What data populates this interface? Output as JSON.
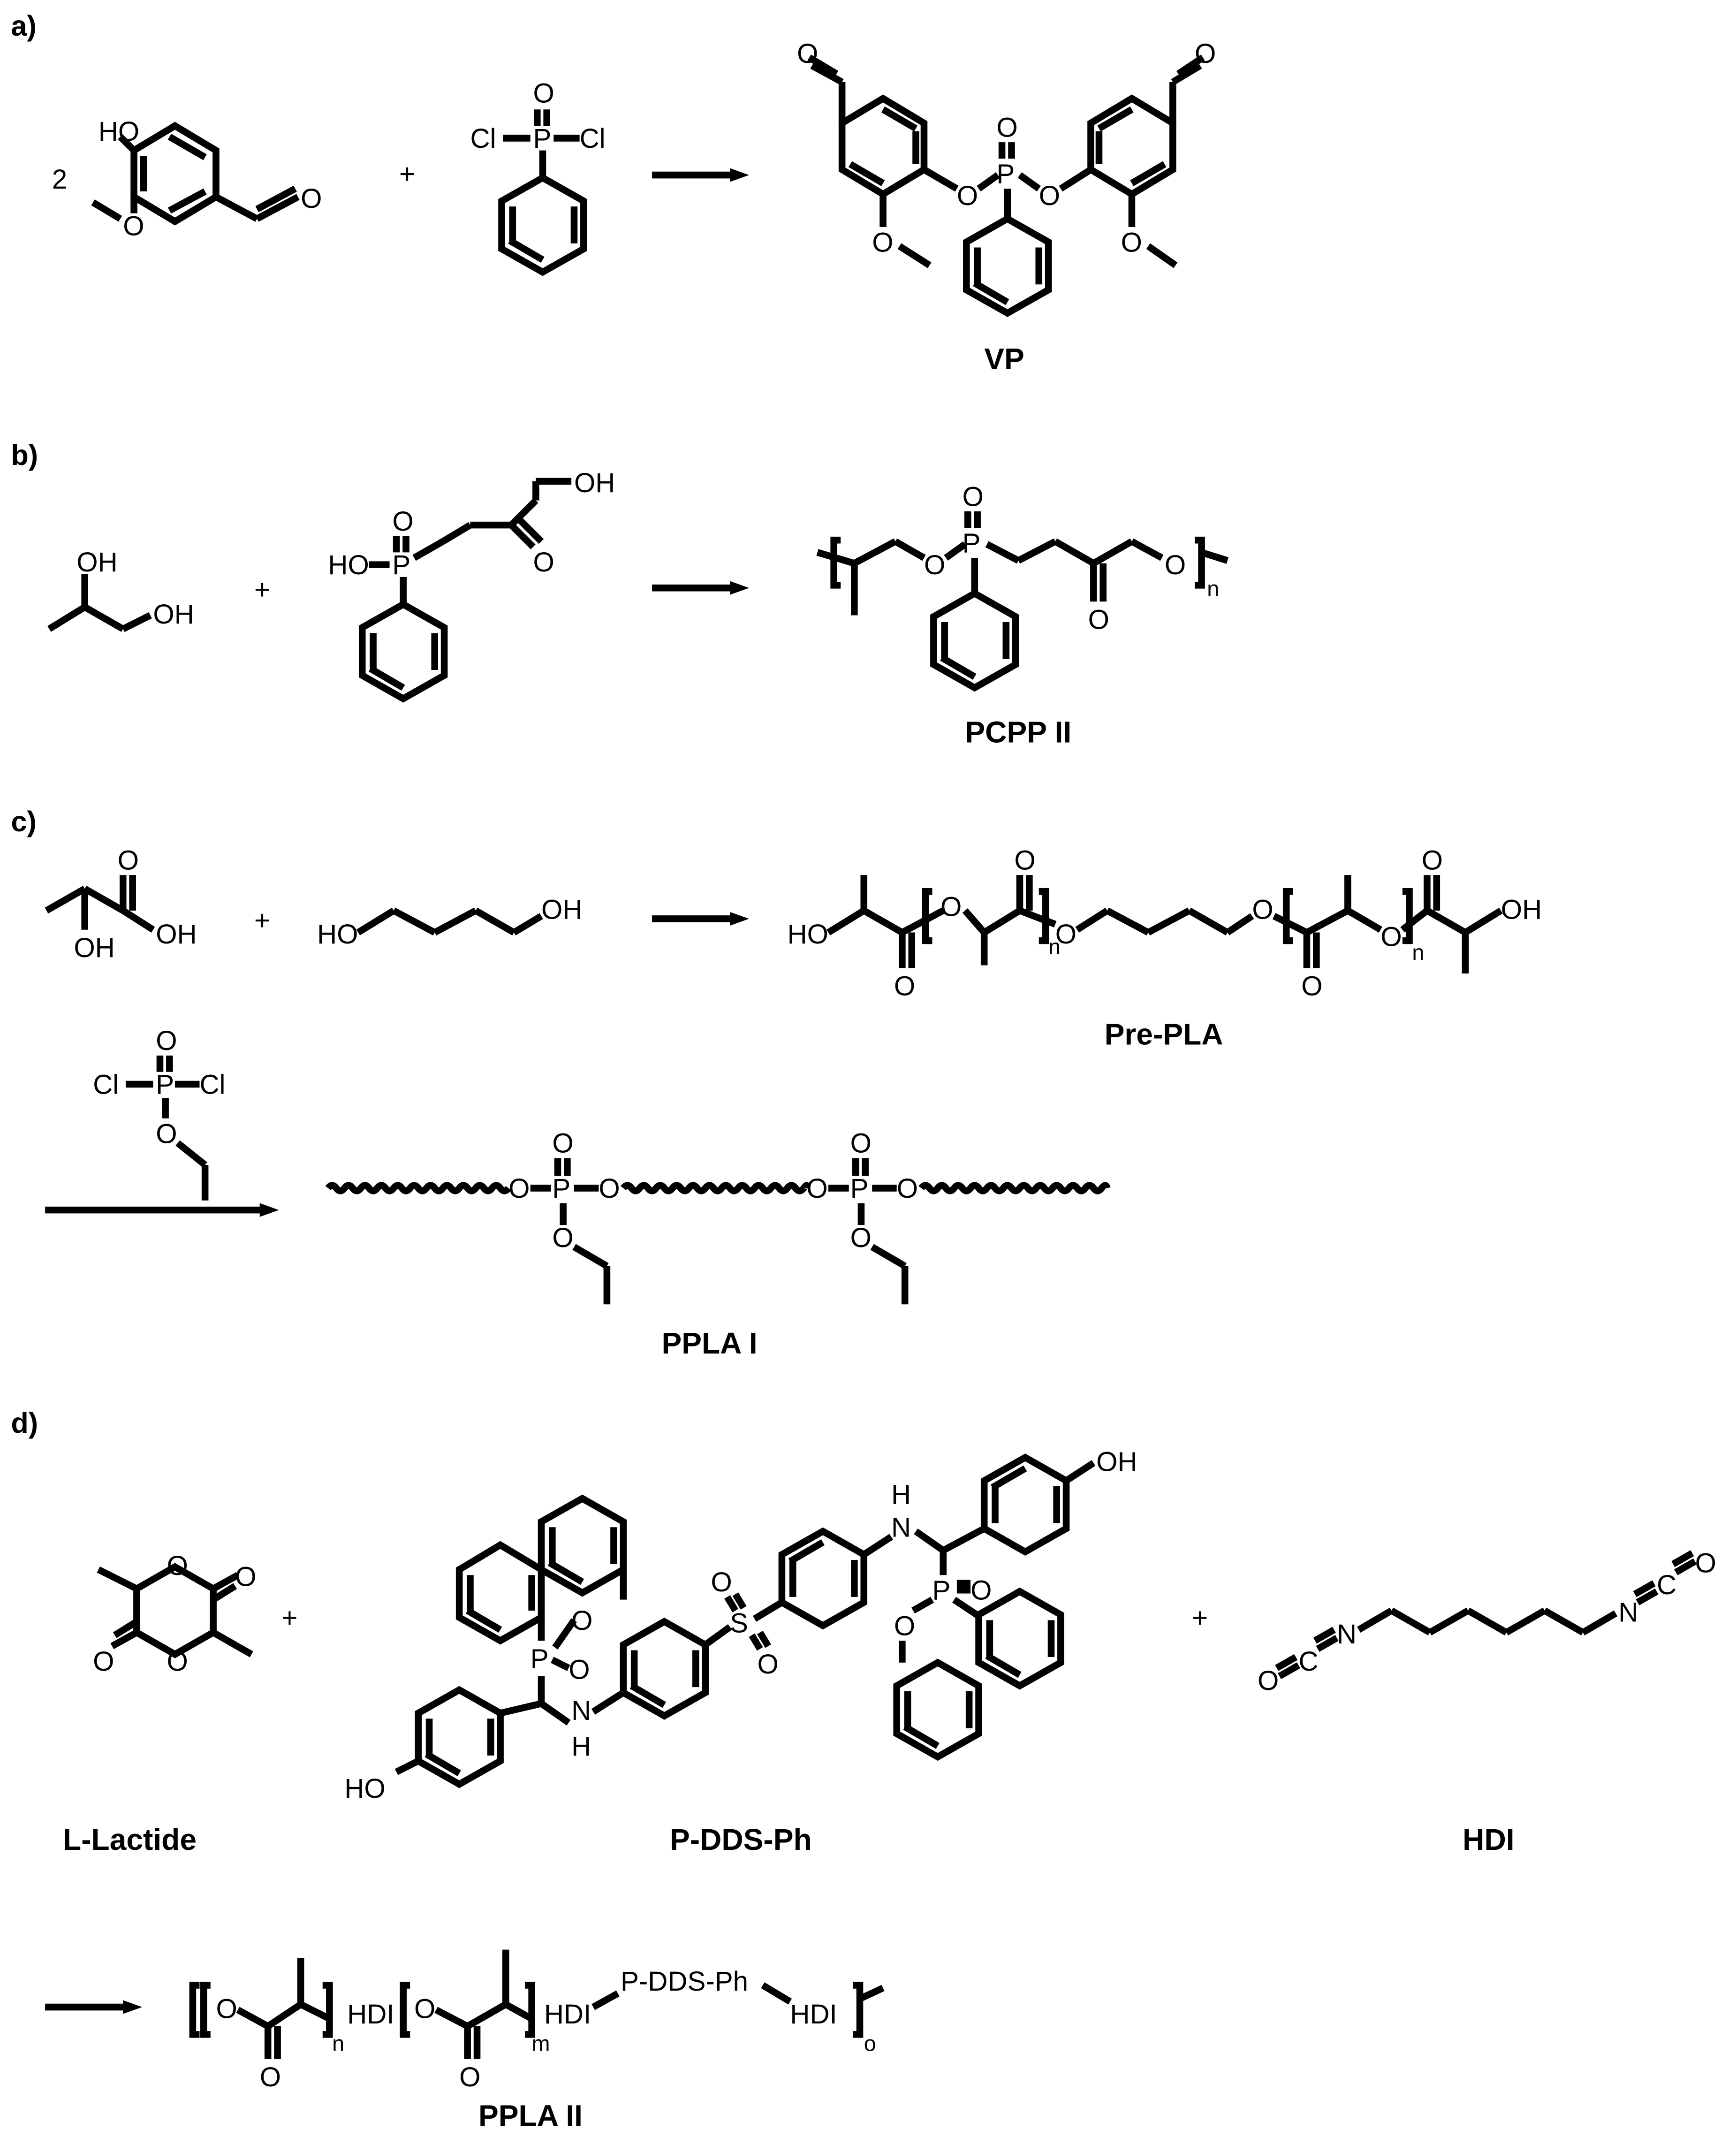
{
  "panels": {
    "a": {
      "label": "a)",
      "coefficient": "2",
      "plus": "+",
      "product_name": "VP",
      "atoms": {
        "ho": "HO",
        "o_methoxy": "O",
        "o_aldehyde": "O",
        "cl_left": "Cl",
        "p": "P",
        "cl_right": "Cl",
        "o_double": "O",
        "prod_o1": "O",
        "prod_o2": "O",
        "prod_p": "P",
        "prod_o_double": "O",
        "prod_ome_left": "O",
        "prod_ome_right": "O",
        "prod_cho_left": "O",
        "prod_cho_right": "O"
      }
    },
    "b": {
      "label": "b)",
      "plus": "+",
      "product_name": "PCPP II",
      "atoms": {
        "diol_oh1": "OH",
        "diol_oh2": "OH",
        "ho_p": "HO",
        "p": "P",
        "o_double": "O",
        "o_ketone": "O",
        "oh_end": "OH",
        "prod_o1": "O",
        "prod_p": "P",
        "prod_o_double": "O",
        "prod_o_ketone": "O",
        "prod_o2": "O",
        "n": "n"
      }
    },
    "c": {
      "label": "c)",
      "plus": "+",
      "pre_name": "Pre-PLA",
      "product_name": "PPLA I",
      "atoms": {
        "la_o": "O",
        "la_oh": "OH",
        "la_oh2": "OH",
        "bd_ho": "HO",
        "bd_oh": "OH",
        "pre_ho": "HO",
        "pre_o": "O",
        "pre_oh": "OH",
        "n": "n",
        "cl1": "Cl",
        "cl2": "Cl",
        "p": "P",
        "o": "O"
      }
    },
    "d": {
      "label": "d)",
      "plus": "+",
      "names": [
        "L-Lactide",
        "P-DDS-Ph",
        "HDI"
      ],
      "product_name": "PPLA II",
      "atoms": {
        "o": "O",
        "oh": "OH",
        "ho": "HO",
        "nh": "N",
        "h": "H",
        "p": "P",
        "s": "S",
        "n": "N",
        "c": "C",
        "hdi": "HDI",
        "linker": "P-DDS-Ph",
        "sub_n": "n",
        "sub_m": "m",
        "sub_o": "o"
      }
    }
  }
}
